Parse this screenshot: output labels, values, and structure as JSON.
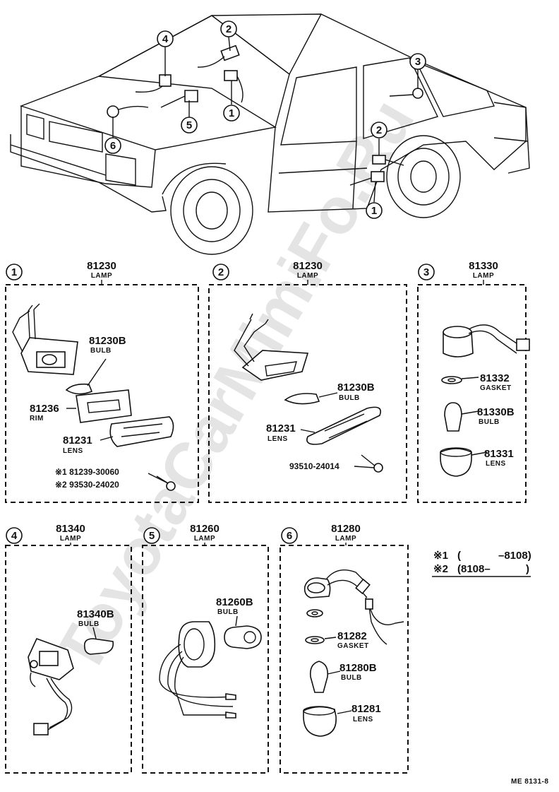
{
  "watermark": "ToyotaCarMimiFo.Ru",
  "overview_callouts": [
    "4",
    "2",
    "3",
    "2",
    "1",
    "5",
    "6",
    "1"
  ],
  "panels": [
    {
      "num": "1",
      "part": "81230",
      "name": "LAMP",
      "labels": [
        {
          "part": "81230B",
          "name": "BULB"
        },
        {
          "part": "81236",
          "name": "RIM"
        },
        {
          "part": "81231",
          "name": "LENS"
        }
      ],
      "screws": [
        "※1 81239-30060",
        "※2 93530-24020"
      ]
    },
    {
      "num": "2",
      "part": "81230",
      "name": "LAMP",
      "labels": [
        {
          "part": "81230B",
          "name": "BULB"
        },
        {
          "part": "81231",
          "name": "LENS"
        }
      ],
      "screw": "93510-24014"
    },
    {
      "num": "3",
      "part": "81330",
      "name": "LAMP",
      "labels": [
        {
          "part": "81332",
          "name": "GASKET"
        },
        {
          "part": "81330B",
          "name": "BULB"
        },
        {
          "part": "81331",
          "name": "LENS"
        }
      ]
    },
    {
      "num": "4",
      "part": "81340",
      "name": "LAMP",
      "labels": [
        {
          "part": "81340B",
          "name": "BULB"
        }
      ]
    },
    {
      "num": "5",
      "part": "81260",
      "name": "LAMP",
      "labels": [
        {
          "part": "81260B",
          "name": "BULB"
        }
      ]
    },
    {
      "num": "6",
      "part": "81280",
      "name": "LAMP",
      "labels": [
        {
          "part": "81282",
          "name": "GASKET"
        },
        {
          "part": "81280B",
          "name": "BULB"
        },
        {
          "part": "81281",
          "name": "LENS"
        }
      ]
    }
  ],
  "notes": [
    {
      "mark": "※1",
      "open": "(",
      "close": "–8108)"
    },
    {
      "mark": "※2",
      "open": "(8108–",
      "close": ")"
    }
  ],
  "footer_code": "ME 8131-8"
}
